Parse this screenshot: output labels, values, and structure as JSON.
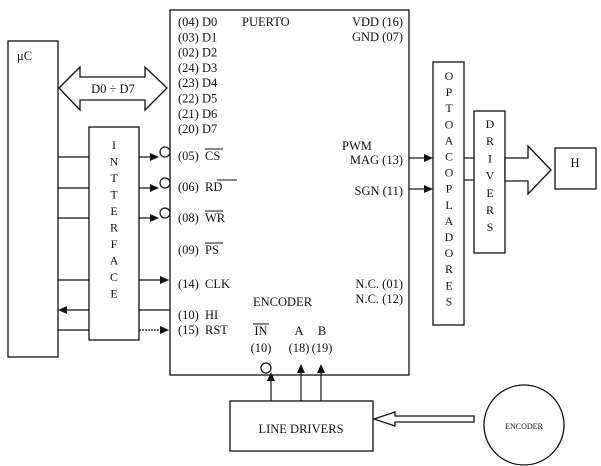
{
  "blocks": {
    "microcontroller": "μC",
    "bus": "D0 ÷ D7",
    "interface_letters": [
      "I",
      "N",
      "T",
      "T",
      "E",
      "R",
      "F",
      "A",
      "C",
      "E"
    ],
    "port_title": "PUERTO",
    "encoder_section_title": "ENCODER",
    "optocouplers_letters": [
      "O",
      "P",
      "T",
      "O",
      "A",
      "C",
      "O",
      "P",
      "L",
      "A",
      "D",
      "O",
      "R",
      "E",
      "S"
    ],
    "drivers_letters": [
      "D",
      "R",
      "I",
      "V",
      "E",
      "R",
      "S"
    ],
    "h_bridge": "H",
    "line_drivers": "LINE DRIVERS",
    "encoder_device": "ENCODER"
  },
  "port_pins_left": [
    {
      "pin": "(04)",
      "name": "D0",
      "overbar": false
    },
    {
      "pin": "(03)",
      "name": "D1",
      "overbar": false
    },
    {
      "pin": "(02)",
      "name": "D2",
      "overbar": false
    },
    {
      "pin": "(24)",
      "name": "D3",
      "overbar": false
    },
    {
      "pin": "(23)",
      "name": "D4",
      "overbar": false
    },
    {
      "pin": "(22)",
      "name": "D5",
      "overbar": false
    },
    {
      "pin": "(21)",
      "name": "D6",
      "overbar": false
    },
    {
      "pin": "(20)",
      "name": "D7",
      "overbar": false
    }
  ],
  "control_pins": [
    {
      "pin": "(05)",
      "name": "CS",
      "overbar": true
    },
    {
      "pin": "(06)",
      "name": "RD",
      "overbar": true
    },
    {
      "pin": "(08)",
      "name": "WR",
      "overbar": true
    },
    {
      "pin": "(09)",
      "name": "PS",
      "overbar": true
    },
    {
      "pin": "(14)",
      "name": "CLK",
      "overbar": false
    },
    {
      "pin": "(10)",
      "name": "HI",
      "overbar": false
    },
    {
      "pin": "(15)",
      "name": "RST",
      "overbar": false
    }
  ],
  "port_pins_right": [
    {
      "label": "VDD (16)"
    },
    {
      "label": "GND (07)"
    },
    {
      "label": "PWM"
    },
    {
      "label": "MAG (13)"
    },
    {
      "label": "SGN (11)"
    },
    {
      "label": "N.C. (01)"
    },
    {
      "label": "N.C. (12)"
    }
  ],
  "encoder_inputs": [
    {
      "name": "IN",
      "pin": "(10)",
      "overbar": true
    },
    {
      "name": "A",
      "pin": "(18)",
      "overbar": false
    },
    {
      "name": "B",
      "pin": "(19)",
      "overbar": false
    }
  ]
}
